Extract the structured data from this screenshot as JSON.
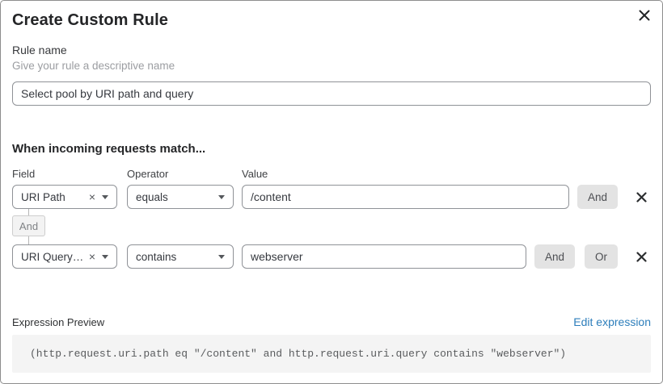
{
  "dialog": {
    "title": "Create Custom Rule"
  },
  "rule_name": {
    "label": "Rule name",
    "hint": "Give your rule a descriptive name",
    "value": "Select pool by URI path and query"
  },
  "match": {
    "heading": "When incoming requests match...",
    "columns": {
      "field": "Field",
      "operator": "Operator",
      "value": "Value"
    },
    "connector_label": "And",
    "rows": [
      {
        "field": "URI Path",
        "operator": "equals",
        "value": "/content",
        "and_label": "And"
      },
      {
        "field": "URI Query St...",
        "operator": "contains",
        "value": "webserver",
        "and_label": "And",
        "or_label": "Or"
      }
    ]
  },
  "preview": {
    "label": "Expression Preview",
    "edit_link": "Edit expression",
    "expression": "(http.request.uri.path eq \"/content\" and http.request.uri.query contains \"webserver\")"
  },
  "icons": {
    "clear": "×"
  },
  "colors": {
    "link_blue": "#2d7ebb",
    "button_gray": "#e3e3e3",
    "code_background": "#f4f4f4",
    "input_border": "#8f9297"
  }
}
